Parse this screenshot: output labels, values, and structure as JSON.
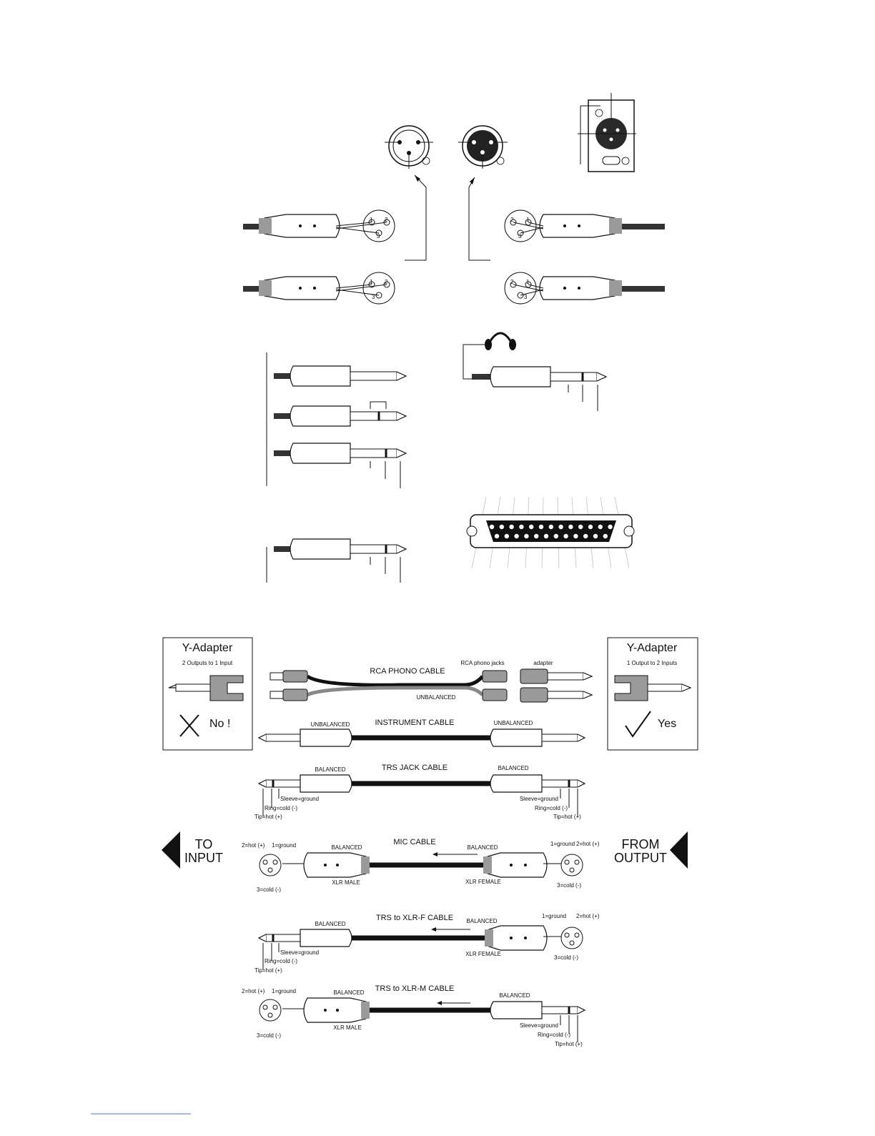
{
  "y_adapter_left": {
    "title": "Y-Adapter",
    "subtitle": "2 Outputs to 1 Input",
    "verdict": "No !"
  },
  "y_adapter_right": {
    "title": "Y-Adapter",
    "subtitle": "1 Output to 2 Inputs",
    "verdict": "Yes"
  },
  "rca": {
    "title": "RCA PHONO CABLE",
    "unbalanced": "UNBALANCED",
    "jacks": "RCA phono jacks",
    "adapter": "adapter"
  },
  "instrument": {
    "title": "INSTRUMENT CABLE",
    "left": "UNBALANCED",
    "right": "UNBALANCED"
  },
  "trs": {
    "title": "TRS JACK CABLE",
    "left": "BALANCED",
    "right": "BALANCED",
    "sleeve": "Sleeve=ground",
    "ring": "Ring=cold (-)",
    "tip": "Tip=hot (+)"
  },
  "mic": {
    "title": "MIC CABLE",
    "left_bal": "BALANCED",
    "right_bal": "BALANCED",
    "xlr_male": "XLR MALE",
    "xlr_female": "XLR FEMALE",
    "hot": "2=hot (+)",
    "ground": "1=ground",
    "cold": "3=cold (-)"
  },
  "trs_xlrf": {
    "title": "TRS to XLR-F CABLE",
    "left_bal": "BALANCED",
    "right_bal": "BALANCED",
    "xlr_female": "XLR FEMALE",
    "ground": "1=ground",
    "hot": "2=hot (+)",
    "cold": "3=cold (-)",
    "sleeve": "Sleeve=ground",
    "ring": "Ring=cold (-)",
    "tip": "Tip=hot (+)"
  },
  "trs_xlrm": {
    "title": "TRS to XLR-M CABLE",
    "left_bal": "BALANCED",
    "right_bal": "BALANCED",
    "xlr_male": "XLR MALE",
    "hot": "2=hot (+)",
    "ground": "1=ground",
    "cold": "3=cold (-)",
    "sleeve": "Sleeve=ground",
    "ring": "Ring=cold (-)",
    "tip": "Tip=hot (+)"
  },
  "to_input": {
    "line1": "TO",
    "line2": "INPUT"
  },
  "from_output": {
    "line1": "FROM",
    "line2": "OUTPUT"
  },
  "pins": {
    "p1": "1",
    "p2": "2",
    "p3": "3"
  }
}
